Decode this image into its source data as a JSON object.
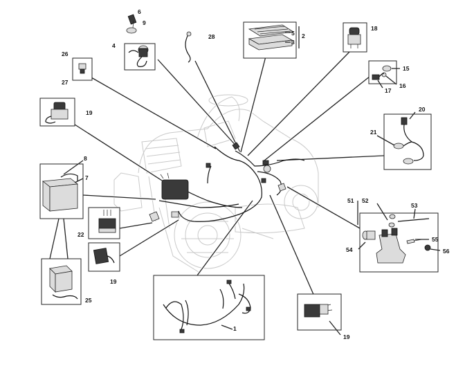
{
  "callouts": [
    {
      "id": "c1",
      "text": "1"
    },
    {
      "id": "c2",
      "text": "2"
    },
    {
      "id": "c3",
      "text": "3"
    },
    {
      "id": "c4",
      "text": "4"
    },
    {
      "id": "c5",
      "text": "5"
    },
    {
      "id": "c6",
      "text": "6"
    },
    {
      "id": "c7",
      "text": "7"
    },
    {
      "id": "c8",
      "text": "8"
    },
    {
      "id": "c9",
      "text": "9"
    },
    {
      "id": "c15",
      "text": "15"
    },
    {
      "id": "c16",
      "text": "16"
    },
    {
      "id": "c17",
      "text": "17"
    },
    {
      "id": "c18",
      "text": "18"
    },
    {
      "id": "c19a",
      "text": "19"
    },
    {
      "id": "c19b",
      "text": "19"
    },
    {
      "id": "c19c",
      "text": "19"
    },
    {
      "id": "c20",
      "text": "20"
    },
    {
      "id": "c21",
      "text": "21"
    },
    {
      "id": "c22",
      "text": "22"
    },
    {
      "id": "c25",
      "text": "25"
    },
    {
      "id": "c26",
      "text": "26"
    },
    {
      "id": "c27",
      "text": "27"
    },
    {
      "id": "c28",
      "text": "28"
    },
    {
      "id": "c51",
      "text": "51"
    },
    {
      "id": "c52",
      "text": "52"
    },
    {
      "id": "c53",
      "text": "53"
    },
    {
      "id": "c54",
      "text": "54"
    },
    {
      "id": "c55",
      "text": "55"
    },
    {
      "id": "c56",
      "text": "56"
    }
  ]
}
